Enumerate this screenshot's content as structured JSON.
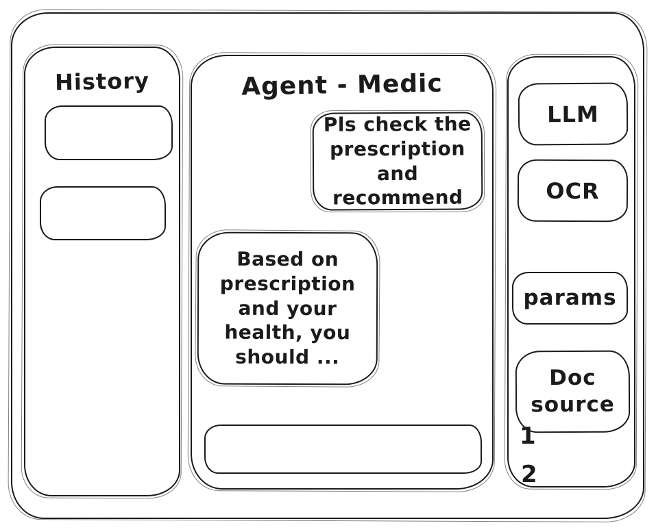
{
  "app": {
    "colors": {
      "ink": "#1b1b1b",
      "background": "#ffffff"
    },
    "history": {
      "title": "History",
      "items": [
        {
          "label": ""
        },
        {
          "label": ""
        }
      ]
    },
    "chat": {
      "title": "Agent - Medic",
      "messages": [
        {
          "role": "user",
          "text": "Pls check the prescription and recommend"
        },
        {
          "role": "assistant",
          "text": "Based on prescription and your health, you should ..."
        }
      ],
      "input_value": ""
    },
    "tools": {
      "llm_label": "LLM",
      "ocr_label": "OCR",
      "params_label": "params",
      "doc_source_label": "Doc source",
      "doc_source_items": [
        "1",
        "2"
      ]
    }
  }
}
